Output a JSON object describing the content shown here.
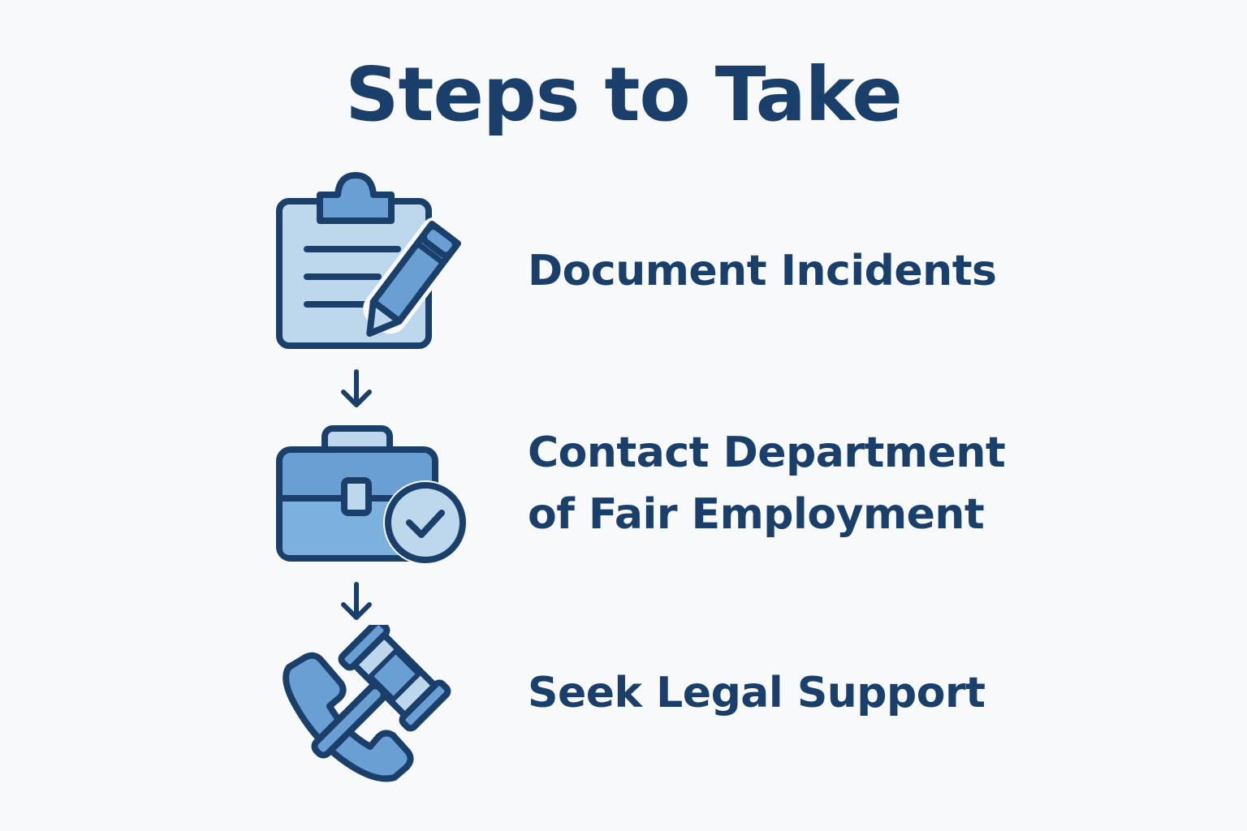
{
  "title": "Steps to Take",
  "steps": [
    {
      "icon": "clipboard-pencil-icon",
      "lines": [
        "Document Incidents"
      ]
    },
    {
      "icon": "briefcase-check-icon",
      "lines": [
        "Contact Department",
        "of Fair Employment"
      ]
    },
    {
      "icon": "phone-gavel-icon",
      "lines": [
        "Seek Legal Support"
      ]
    }
  ],
  "colors": {
    "stroke": "#1b3f6b",
    "light_fill": "#bdd7ec",
    "mid_fill": "#6a9fd4",
    "background": "#f8f9fa"
  }
}
